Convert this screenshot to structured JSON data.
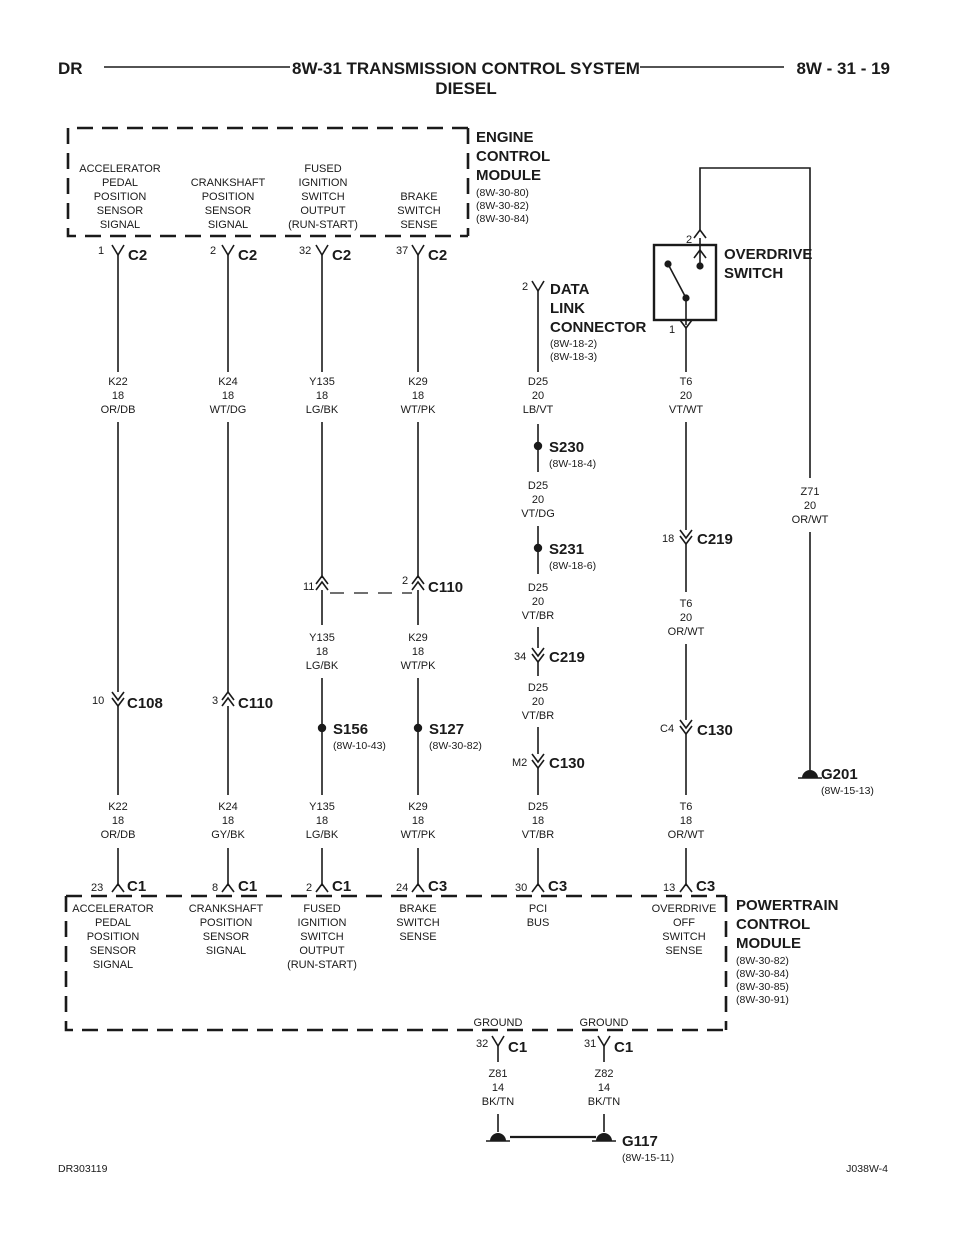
{
  "header": {
    "left": "DR",
    "title": "8W-31 TRANSMISSION CONTROL SYSTEM",
    "subtitle": "DIESEL",
    "right": "8W - 31 - 19"
  },
  "footer": {
    "left": "DR303119",
    "right": "J038W-4"
  },
  "ecm": {
    "title": [
      "ENGINE",
      "CONTROL",
      "MODULE"
    ],
    "refs": [
      "(8W-30-80)",
      "(8W-30-82)",
      "(8W-30-84)"
    ],
    "pins": [
      {
        "label": [
          "ACCELERATOR",
          "PEDAL",
          "POSITION",
          "SENSOR",
          "SIGNAL"
        ],
        "pin": "1",
        "conn": "C2"
      },
      {
        "label": [
          "CRANKSHAFT",
          "POSITION",
          "SENSOR",
          "SIGNAL"
        ],
        "pin": "2",
        "conn": "C2"
      },
      {
        "label": [
          "FUSED",
          "IGNITION",
          "SWITCH",
          "OUTPUT",
          "(RUN-START)"
        ],
        "pin": "32",
        "conn": "C2"
      },
      {
        "label": [
          "BRAKE",
          "SWITCH",
          "SENSE"
        ],
        "pin": "37",
        "conn": "C2"
      }
    ]
  },
  "pcm": {
    "title": [
      "POWERTRAIN",
      "CONTROL",
      "MODULE"
    ],
    "refs": [
      "(8W-30-82)",
      "(8W-30-84)",
      "(8W-30-85)",
      "(8W-30-91)"
    ],
    "pins": [
      {
        "label": [
          "ACCELERATOR",
          "PEDAL",
          "POSITION",
          "SENSOR",
          "SIGNAL"
        ],
        "pin": "23",
        "conn": "C1"
      },
      {
        "label": [
          "CRANKSHAFT",
          "POSITION",
          "SENSOR",
          "SIGNAL"
        ],
        "pin": "8",
        "conn": "C1"
      },
      {
        "label": [
          "FUSED",
          "IGNITION",
          "SWITCH",
          "OUTPUT",
          "(RUN-START)"
        ],
        "pin": "2",
        "conn": "C1"
      },
      {
        "label": [
          "BRAKE",
          "SWITCH",
          "SENSE"
        ],
        "pin": "24",
        "conn": "C3"
      },
      {
        "label": [
          "PCI",
          "BUS"
        ],
        "pin": "30",
        "conn": "C3"
      },
      {
        "label": [
          "OVERDRIVE",
          "OFF",
          "SWITCH",
          "SENSE"
        ],
        "pin": "13",
        "conn": "C3"
      }
    ],
    "grounds": [
      {
        "label": "GROUND",
        "pin": "32",
        "conn": "C1",
        "wire": [
          "Z81",
          "14",
          "BK/TN"
        ]
      },
      {
        "label": "GROUND",
        "pin": "31",
        "conn": "C1",
        "wire": [
          "Z82",
          "14",
          "BK/TN"
        ]
      }
    ]
  },
  "wires": {
    "k22_upper": [
      "K22",
      "18",
      "OR/DB"
    ],
    "k22_lower": [
      "K22",
      "18",
      "OR/DB"
    ],
    "k24_upper": [
      "K24",
      "18",
      "WT/DG"
    ],
    "k24_lower": [
      "K24",
      "18",
      "GY/BK"
    ],
    "y135_upper": [
      "Y135",
      "18",
      "LG/BK"
    ],
    "y135_mid": [
      "Y135",
      "18",
      "LG/BK"
    ],
    "y135_lower": [
      "Y135",
      "18",
      "LG/BK"
    ],
    "k29_upper": [
      "K29",
      "18",
      "WT/PK"
    ],
    "k29_mid": [
      "K29",
      "18",
      "WT/PK"
    ],
    "k29_lower": [
      "K29",
      "18",
      "WT/PK"
    ],
    "d25_1": [
      "D25",
      "20",
      "LB/VT"
    ],
    "d25_2": [
      "D25",
      "20",
      "VT/DG"
    ],
    "d25_3": [
      "D25",
      "20",
      "VT/BR"
    ],
    "d25_4": [
      "D25",
      "20",
      "VT/BR"
    ],
    "d25_5": [
      "D25",
      "18",
      "VT/BR"
    ],
    "t6_1": [
      "T6",
      "20",
      "VT/WT"
    ],
    "t6_2": [
      "T6",
      "20",
      "OR/WT"
    ],
    "t6_3": [
      "T6",
      "18",
      "OR/WT"
    ],
    "z71": [
      "Z71",
      "20",
      "OR/WT"
    ]
  },
  "inline_connectors": {
    "c108": {
      "pin": "10",
      "name": "C108"
    },
    "c110_k24": {
      "pin": "3",
      "name": "C110"
    },
    "c110_y135": {
      "pin": "11"
    },
    "c110_k29": {
      "pin": "2",
      "name": "C110"
    },
    "c219_d25": {
      "pin": "34",
      "name": "C219"
    },
    "c130_d25": {
      "pin": "M2",
      "name": "C130"
    },
    "c219_t6": {
      "pin": "18",
      "name": "C219"
    },
    "c130_t6": {
      "pin": "C4",
      "name": "C130"
    }
  },
  "splices": {
    "s230": {
      "name": "S230",
      "ref": "(8W-18-4)"
    },
    "s231": {
      "name": "S231",
      "ref": "(8W-18-6)"
    },
    "s156": {
      "name": "S156",
      "ref": "(8W-10-43)"
    },
    "s127": {
      "name": "S127",
      "ref": "(8W-30-82)"
    }
  },
  "dlc": {
    "pin": "2",
    "title": [
      "DATA",
      "LINK",
      "CONNECTOR"
    ],
    "refs": [
      "(8W-18-2)",
      "(8W-18-3)"
    ]
  },
  "overdrive": {
    "title": [
      "OVERDRIVE",
      "SWITCH"
    ],
    "pin_top": "2",
    "pin_bottom": "1"
  },
  "grounds": {
    "g201": {
      "name": "G201",
      "ref": "(8W-15-13)"
    },
    "g117": {
      "name": "G117",
      "ref": "(8W-15-11)"
    }
  }
}
